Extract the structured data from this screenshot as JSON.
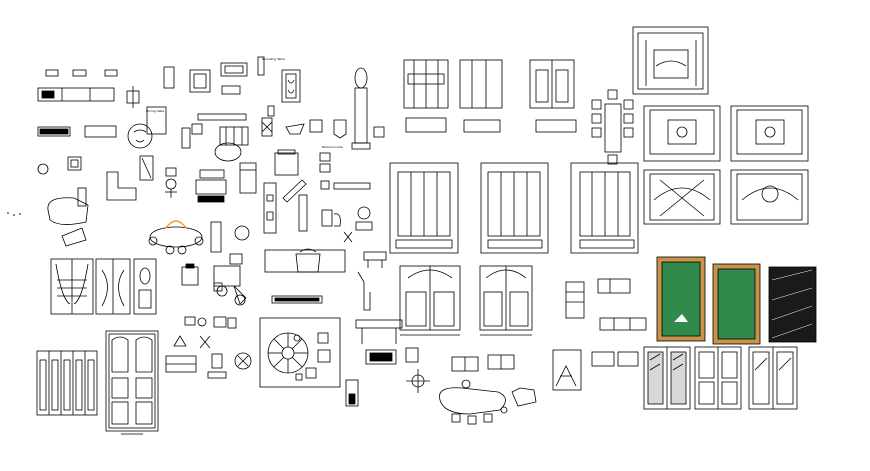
{
  "drawing": {
    "line_color": "#000000",
    "background": "#ffffff",
    "billiard_felt": "#2f8a4c",
    "billiard_rail": "#c9944a",
    "orange_accent": "#e8a020",
    "labels": {
      "small_label_a": "Rounding Table",
      "small_label_b": "Dining table",
      "small_label_c": "Bedroom side"
    }
  }
}
